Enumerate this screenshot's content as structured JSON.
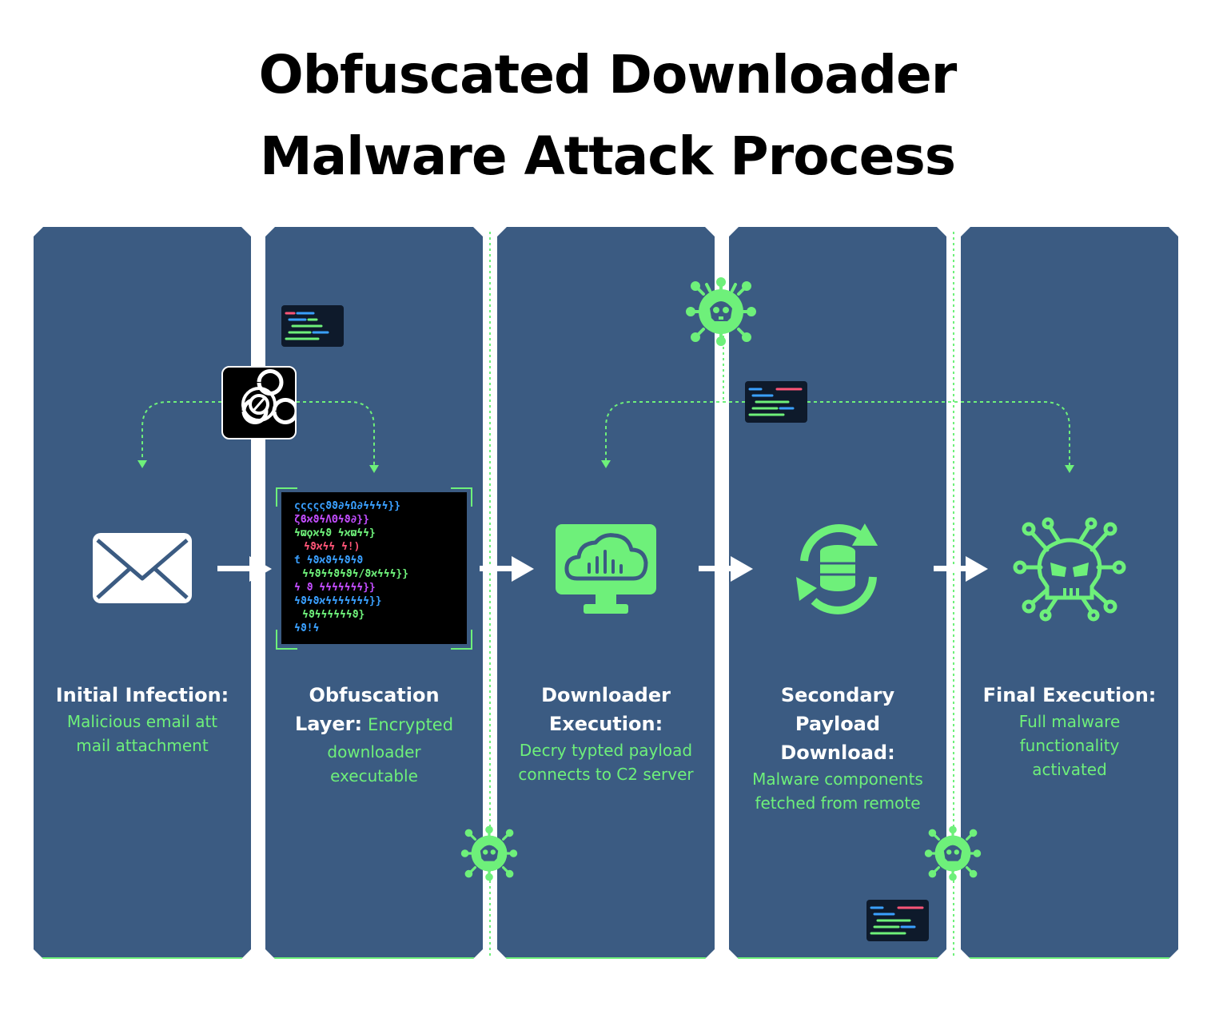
{
  "title": {
    "line1": "Obfuscated Downloader",
    "line2": "Malware Attack Process"
  },
  "stages": [
    {
      "title": "Initial Infection:",
      "description_lines": [
        "Malicious email att",
        "mail attachment"
      ],
      "icon": "envelope-icon"
    },
    {
      "title_line1": "Obfuscation",
      "title_line2": "Layer:",
      "desc_inline": "Encrypted",
      "description_lines": [
        "downloader",
        "executable"
      ],
      "icon": "obfuscated-code-icon"
    },
    {
      "title_line1": "Downloader",
      "title_line2": "Execution:",
      "description_lines": [
        "Decry typted payload",
        "connects to C2 server"
      ],
      "icon": "cloud-monitor-icon"
    },
    {
      "title_line1": "Secondary",
      "title_line2": "Payload",
      "title_line3": "Download:",
      "description_lines": [
        "Malware components",
        "fetched from remote"
      ],
      "icon": "database-sync-icon"
    },
    {
      "title": "Final Execution:",
      "description_lines": [
        "Full malware",
        "functionality",
        "activated"
      ],
      "icon": "virus-skull-icon"
    }
  ],
  "colors": {
    "panel": "#3b5b82",
    "accent_green": "#6ef07a",
    "title_text": "#000000",
    "stage_title": "#ffffff"
  }
}
